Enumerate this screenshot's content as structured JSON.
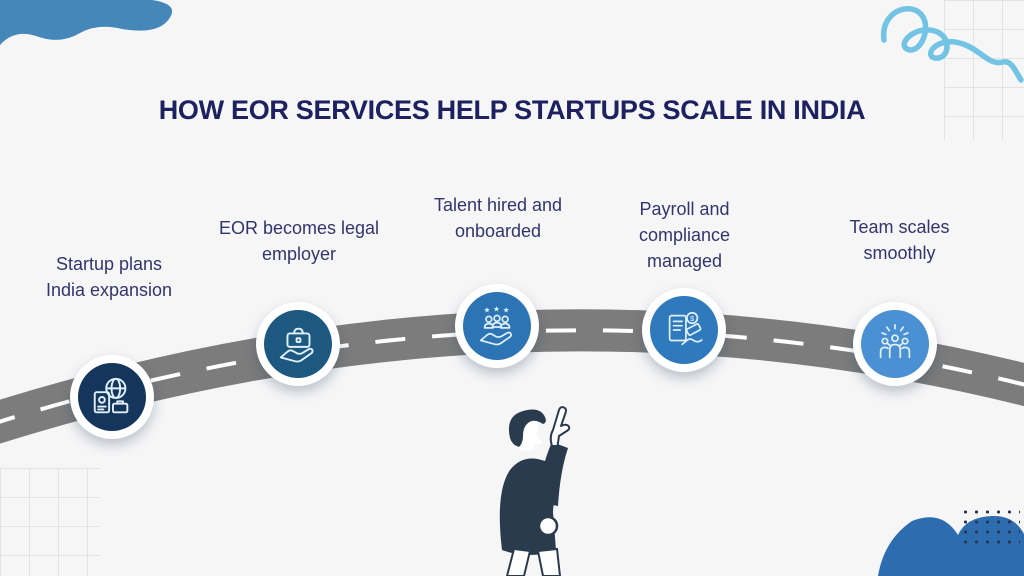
{
  "title": "HOW EOR SERVICES HELP STARTUPS SCALE IN INDIA",
  "milestones": [
    {
      "name": "startup-plans-india-expansion",
      "lines": [
        "Startup plans",
        "India expansion"
      ],
      "icon": "expansion-documents-globe-icon",
      "circle_color": "#15365c"
    },
    {
      "name": "eor-becomes-legal-employer",
      "lines": [
        "EOR becomes legal",
        "employer"
      ],
      "icon": "hand-briefcase-icon",
      "circle_color": "#1d5880"
    },
    {
      "name": "talent-hired-and-onboarded",
      "lines": [
        "Talent hired and",
        "onboarded"
      ],
      "icon": "hand-team-stars-icon",
      "circle_color": "#2d74b4"
    },
    {
      "name": "payroll-and-compliance-managed",
      "lines": [
        "Payroll and",
        "compliance",
        "managed"
      ],
      "icon": "payroll-document-coin-icon",
      "circle_color": "#2f79bd"
    },
    {
      "name": "team-scales-smoothly",
      "lines": [
        "Team scales",
        "smoothly"
      ],
      "icon": "team-celebration-icon",
      "circle_color": "#4a90d2"
    }
  ],
  "colors": {
    "background": "#f6f6f7",
    "title_text": "#1d2160",
    "label_text": "#32356b",
    "road_gray": "#7c7c7c",
    "road_dash": "#ffffff",
    "circle_ring": "#ffffff",
    "icon_stroke": "#dff0fa",
    "decor_blob_top_left": "#4587b9",
    "decor_squiggle": "#72c3e4",
    "decor_blob_bottom_right": "#2d6cae",
    "person_dark": "#2a3b4d"
  }
}
